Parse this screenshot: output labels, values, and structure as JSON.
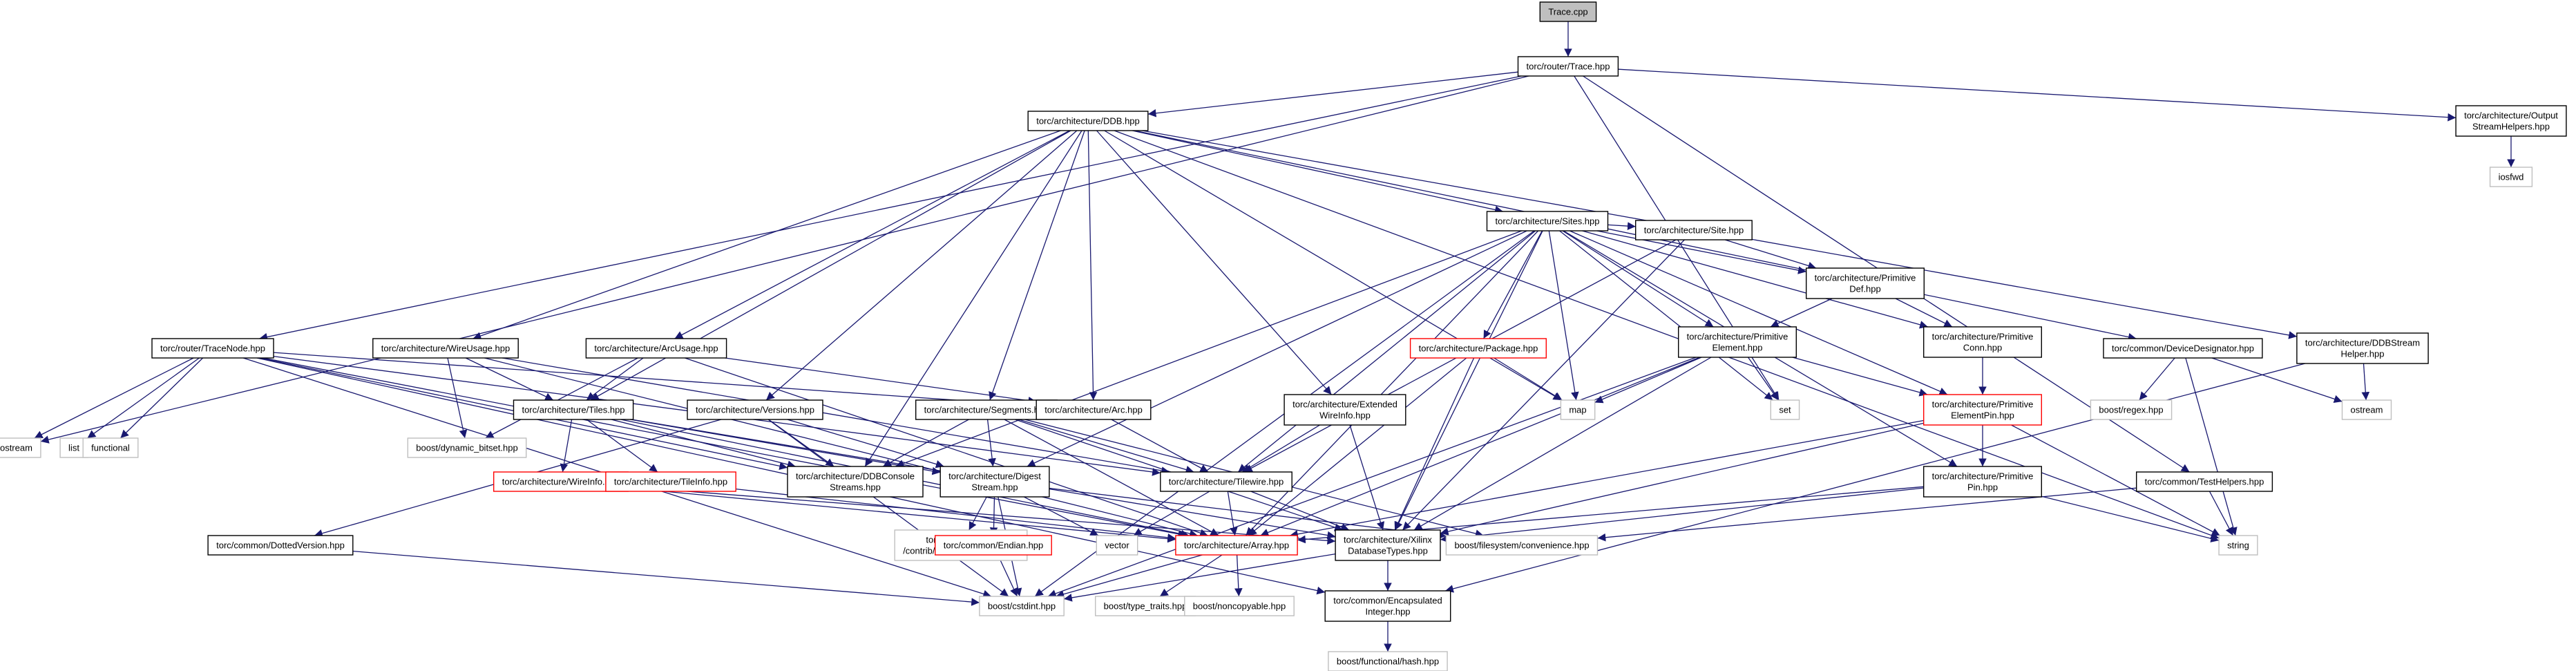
{
  "colors": {
    "edge": "#191970",
    "box_border": "#000000",
    "box_fill": "#ffffff",
    "root_fill": "#bfbfbf",
    "missing_border": "#ff0000",
    "external_border": "#bfbfbf",
    "text": "#000000"
  },
  "nodes": [
    {
      "id": "trace_cpp",
      "lines": [
        "Trace.cpp"
      ],
      "kind": "root"
    },
    {
      "id": "router_trace_hpp",
      "lines": [
        "torc/router/Trace.hpp"
      ],
      "kind": "file"
    },
    {
      "id": "iostream",
      "lines": [
        "iostream"
      ],
      "kind": "external"
    },
    {
      "id": "ddb_hpp",
      "lines": [
        "torc/architecture/DDB.hpp"
      ],
      "kind": "file"
    },
    {
      "id": "output_stream_helpers",
      "lines": [
        "torc/architecture/Output",
        "StreamHelpers.hpp"
      ],
      "kind": "file"
    },
    {
      "id": "iosfwd",
      "lines": [
        "iosfwd"
      ],
      "kind": "external"
    },
    {
      "id": "sites_hpp",
      "lines": [
        "torc/architecture/Sites.hpp"
      ],
      "kind": "file"
    },
    {
      "id": "site_hpp",
      "lines": [
        "torc/architecture/Site.hpp"
      ],
      "kind": "file"
    },
    {
      "id": "primitive_def",
      "lines": [
        "torc/architecture/Primitive",
        "Def.hpp"
      ],
      "kind": "file"
    },
    {
      "id": "primitive_element",
      "lines": [
        "torc/architecture/Primitive",
        "Element.hpp"
      ],
      "kind": "file"
    },
    {
      "id": "primitive_conn",
      "lines": [
        "torc/architecture/Primitive",
        "Conn.hpp"
      ],
      "kind": "file"
    },
    {
      "id": "primitive_element_pin",
      "lines": [
        "torc/architecture/Primitive",
        "ElementPin.hpp"
      ],
      "kind": "missing"
    },
    {
      "id": "primitive_pin",
      "lines": [
        "torc/architecture/Primitive",
        "Pin.hpp"
      ],
      "kind": "file"
    },
    {
      "id": "package_hpp",
      "lines": [
        "torc/architecture/Package.hpp"
      ],
      "kind": "missing"
    },
    {
      "id": "device_designator",
      "lines": [
        "torc/common/DeviceDesignator.hpp"
      ],
      "kind": "file"
    },
    {
      "id": "ddb_stream_helper",
      "lines": [
        "torc/architecture/DDBStream",
        "Helper.hpp"
      ],
      "kind": "file"
    },
    {
      "id": "trace_node",
      "lines": [
        "torc/router/TraceNode.hpp"
      ],
      "kind": "file"
    },
    {
      "id": "list",
      "lines": [
        "list"
      ],
      "kind": "external"
    },
    {
      "id": "functional",
      "lines": [
        "functional"
      ],
      "kind": "external"
    },
    {
      "id": "wire_usage",
      "lines": [
        "torc/architecture/WireUsage.hpp"
      ],
      "kind": "file"
    },
    {
      "id": "arc_usage",
      "lines": [
        "torc/architecture/ArcUsage.hpp"
      ],
      "kind": "file"
    },
    {
      "id": "dynamic_bitset",
      "lines": [
        "boost/dynamic_bitset.hpp"
      ],
      "kind": "external"
    },
    {
      "id": "tiles_hpp",
      "lines": [
        "torc/architecture/Tiles.hpp"
      ],
      "kind": "file"
    },
    {
      "id": "versions_hpp",
      "lines": [
        "torc/architecture/Versions.hpp"
      ],
      "kind": "file"
    },
    {
      "id": "segments_hpp",
      "lines": [
        "torc/architecture/Segments.hpp"
      ],
      "kind": "file"
    },
    {
      "id": "arc_hpp",
      "lines": [
        "torc/architecture/Arc.hpp"
      ],
      "kind": "file"
    },
    {
      "id": "extended_wire_info",
      "lines": [
        "torc/architecture/Extended",
        "WireInfo.hpp"
      ],
      "kind": "file"
    },
    {
      "id": "map",
      "lines": [
        "map"
      ],
      "kind": "external"
    },
    {
      "id": "set",
      "lines": [
        "set"
      ],
      "kind": "external"
    },
    {
      "id": "boost_regex",
      "lines": [
        "boost/regex.hpp"
      ],
      "kind": "external"
    },
    {
      "id": "ostream",
      "lines": [
        "ostream"
      ],
      "kind": "external"
    },
    {
      "id": "wire_info",
      "lines": [
        "torc/architecture/WireInfo.hpp"
      ],
      "kind": "missing"
    },
    {
      "id": "tile_info",
      "lines": [
        "torc/architecture/TileInfo.hpp"
      ],
      "kind": "missing"
    },
    {
      "id": "ddb_console_streams",
      "lines": [
        "torc/architecture/DDBConsole",
        "Streams.hpp"
      ],
      "kind": "file"
    },
    {
      "id": "digest_stream",
      "lines": [
        "torc/architecture/Digest",
        "Stream.hpp"
      ],
      "kind": "file"
    },
    {
      "id": "tilewire",
      "lines": [
        "torc/architecture/Tilewire.hpp"
      ],
      "kind": "file"
    },
    {
      "id": "test_helpers",
      "lines": [
        "torc/common/TestHelpers.hpp"
      ],
      "kind": "file"
    },
    {
      "id": "dotted_version",
      "lines": [
        "torc/common/DottedVersion.hpp"
      ],
      "kind": "file"
    },
    {
      "id": "zfstream",
      "lines": [
        "torc/externals/zlib",
        "/contrib/iostream3/zfstream.h"
      ],
      "kind": "external"
    },
    {
      "id": "endian",
      "lines": [
        "torc/common/Endian.hpp"
      ],
      "kind": "missing"
    },
    {
      "id": "vector",
      "lines": [
        "vector"
      ],
      "kind": "external"
    },
    {
      "id": "array_hpp",
      "lines": [
        "torc/architecture/Array.hpp"
      ],
      "kind": "missing"
    },
    {
      "id": "xilinx_db_types",
      "lines": [
        "torc/architecture/Xilinx",
        "DatabaseTypes.hpp"
      ],
      "kind": "file"
    },
    {
      "id": "fs_convenience",
      "lines": [
        "boost/filesystem/convenience.hpp"
      ],
      "kind": "external"
    },
    {
      "id": "string",
      "lines": [
        "string"
      ],
      "kind": "external"
    },
    {
      "id": "cstdint",
      "lines": [
        "boost/cstdint.hpp"
      ],
      "kind": "external"
    },
    {
      "id": "type_traits",
      "lines": [
        "boost/type_traits.hpp"
      ],
      "kind": "external"
    },
    {
      "id": "noncopyable",
      "lines": [
        "boost/noncopyable.hpp"
      ],
      "kind": "external"
    },
    {
      "id": "encapsulated_integer",
      "lines": [
        "torc/common/Encapsulated",
        "Integer.hpp"
      ],
      "kind": "file"
    },
    {
      "id": "functional_hash",
      "lines": [
        "boost/functional/hash.hpp"
      ],
      "kind": "external"
    }
  ],
  "edges": [
    [
      "trace_cpp",
      "router_trace_hpp"
    ],
    [
      "router_trace_hpp",
      "iostream"
    ],
    [
      "router_trace_hpp",
      "ddb_hpp"
    ],
    [
      "router_trace_hpp",
      "trace_node"
    ],
    [
      "router_trace_hpp",
      "output_stream_helpers"
    ],
    [
      "router_trace_hpp",
      "set"
    ],
    [
      "router_trace_hpp",
      "test_helpers"
    ],
    [
      "output_stream_helpers",
      "iosfwd"
    ],
    [
      "ddb_hpp",
      "sites_hpp"
    ],
    [
      "ddb_hpp",
      "wire_usage"
    ],
    [
      "ddb_hpp",
      "arc_usage"
    ],
    [
      "ddb_hpp",
      "tiles_hpp"
    ],
    [
      "ddb_hpp",
      "versions_hpp"
    ],
    [
      "ddb_hpp",
      "segments_hpp"
    ],
    [
      "ddb_hpp",
      "arc_hpp"
    ],
    [
      "ddb_hpp",
      "extended_wire_info"
    ],
    [
      "ddb_hpp",
      "device_designator"
    ],
    [
      "ddb_hpp",
      "ddb_stream_helper"
    ],
    [
      "ddb_hpp",
      "ddb_console_streams"
    ],
    [
      "ddb_hpp",
      "map"
    ],
    [
      "ddb_hpp",
      "string"
    ],
    [
      "sites_hpp",
      "site_hpp"
    ],
    [
      "sites_hpp",
      "primitive_def"
    ],
    [
      "sites_hpp",
      "primitive_element"
    ],
    [
      "sites_hpp",
      "primitive_conn"
    ],
    [
      "sites_hpp",
      "primitive_element_pin"
    ],
    [
      "sites_hpp",
      "primitive_pin"
    ],
    [
      "sites_hpp",
      "package_hpp"
    ],
    [
      "sites_hpp",
      "map"
    ],
    [
      "sites_hpp",
      "set"
    ],
    [
      "sites_hpp",
      "tilewire"
    ],
    [
      "sites_hpp",
      "array_hpp"
    ],
    [
      "sites_hpp",
      "xilinx_db_types"
    ],
    [
      "sites_hpp",
      "digest_stream"
    ],
    [
      "sites_hpp",
      "ddb_console_streams"
    ],
    [
      "sites_hpp",
      "cstdint"
    ],
    [
      "site_hpp",
      "primitive_def"
    ],
    [
      "site_hpp",
      "tilewire"
    ],
    [
      "site_hpp",
      "xilinx_db_types"
    ],
    [
      "primitive_def",
      "primitive_element"
    ],
    [
      "primitive_def",
      "primitive_conn"
    ],
    [
      "primitive_element",
      "primitive_element_pin"
    ],
    [
      "primitive_element",
      "map"
    ],
    [
      "primitive_element",
      "set"
    ],
    [
      "primitive_element",
      "array_hpp"
    ],
    [
      "primitive_element",
      "xilinx_db_types"
    ],
    [
      "primitive_element",
      "cstdint"
    ],
    [
      "primitive_conn",
      "primitive_element_pin"
    ],
    [
      "primitive_element_pin",
      "primitive_pin"
    ],
    [
      "primitive_element_pin",
      "string"
    ],
    [
      "primitive_element_pin",
      "array_hpp"
    ],
    [
      "primitive_element_pin",
      "xilinx_db_types"
    ],
    [
      "primitive_pin",
      "string"
    ],
    [
      "primitive_pin",
      "xilinx_db_types"
    ],
    [
      "primitive_pin",
      "array_hpp"
    ],
    [
      "package_hpp",
      "map"
    ],
    [
      "package_hpp",
      "array_hpp"
    ],
    [
      "package_hpp",
      "xilinx_db_types"
    ],
    [
      "device_designator",
      "boost_regex"
    ],
    [
      "device_designator",
      "string"
    ],
    [
      "device_designator",
      "ostream"
    ],
    [
      "ddb_stream_helper",
      "ostream"
    ],
    [
      "ddb_stream_helper",
      "encapsulated_integer"
    ],
    [
      "test_helpers",
      "string"
    ],
    [
      "test_helpers",
      "fs_convenience"
    ],
    [
      "trace_node",
      "iostream"
    ],
    [
      "trace_node",
      "list"
    ],
    [
      "trace_node",
      "functional"
    ],
    [
      "trace_node",
      "arc_hpp"
    ],
    [
      "trace_node",
      "tilewire"
    ],
    [
      "trace_node",
      "array_hpp"
    ],
    [
      "trace_node",
      "cstdint"
    ],
    [
      "trace_node",
      "encapsulated_integer"
    ],
    [
      "trace_node",
      "ddb_console_streams"
    ],
    [
      "wire_usage",
      "dynamic_bitset"
    ],
    [
      "wire_usage",
      "tiles_hpp"
    ],
    [
      "wire_usage",
      "tilewire"
    ],
    [
      "wire_usage",
      "array_hpp"
    ],
    [
      "arc_usage",
      "dynamic_bitset"
    ],
    [
      "arc_usage",
      "tiles_hpp"
    ],
    [
      "arc_usage",
      "arc_hpp"
    ],
    [
      "arc_usage",
      "array_hpp"
    ],
    [
      "tiles_hpp",
      "wire_info"
    ],
    [
      "tiles_hpp",
      "tile_info"
    ],
    [
      "tiles_hpp",
      "array_hpp"
    ],
    [
      "tiles_hpp",
      "xilinx_db_types"
    ],
    [
      "tiles_hpp",
      "digest_stream"
    ],
    [
      "tiles_hpp",
      "ddb_console_streams"
    ],
    [
      "versions_hpp",
      "dotted_version"
    ],
    [
      "versions_hpp",
      "digest_stream"
    ],
    [
      "versions_hpp",
      "ddb_console_streams"
    ],
    [
      "versions_hpp",
      "cstdint"
    ],
    [
      "segments_hpp",
      "tilewire"
    ],
    [
      "segments_hpp",
      "array_hpp"
    ],
    [
      "segments_hpp",
      "xilinx_db_types"
    ],
    [
      "segments_hpp",
      "digest_stream"
    ],
    [
      "segments_hpp",
      "ddb_console_streams"
    ],
    [
      "segments_hpp",
      "fs_convenience"
    ],
    [
      "arc_hpp",
      "tilewire"
    ],
    [
      "extended_wire_info",
      "tilewire"
    ],
    [
      "extended_wire_info",
      "xilinx_db_types"
    ],
    [
      "wire_info",
      "array_hpp"
    ],
    [
      "wire_info",
      "xilinx_db_types"
    ],
    [
      "tile_info",
      "array_hpp"
    ],
    [
      "digest_stream",
      "zfstream"
    ],
    [
      "digest_stream",
      "endian"
    ],
    [
      "digest_stream",
      "vector"
    ],
    [
      "digest_stream",
      "cstdint"
    ],
    [
      "digest_stream",
      "fs_convenience"
    ],
    [
      "tilewire",
      "vector"
    ],
    [
      "tilewire",
      "xilinx_db_types"
    ],
    [
      "tilewire",
      "array_hpp"
    ],
    [
      "endian",
      "cstdint"
    ],
    [
      "array_hpp",
      "cstdint"
    ],
    [
      "array_hpp",
      "type_traits"
    ],
    [
      "array_hpp",
      "noncopyable"
    ],
    [
      "xilinx_db_types",
      "cstdint"
    ],
    [
      "xilinx_db_types",
      "encapsulated_integer"
    ],
    [
      "dotted_version",
      "cstdint"
    ],
    [
      "encapsulated_integer",
      "functional_hash"
    ]
  ]
}
